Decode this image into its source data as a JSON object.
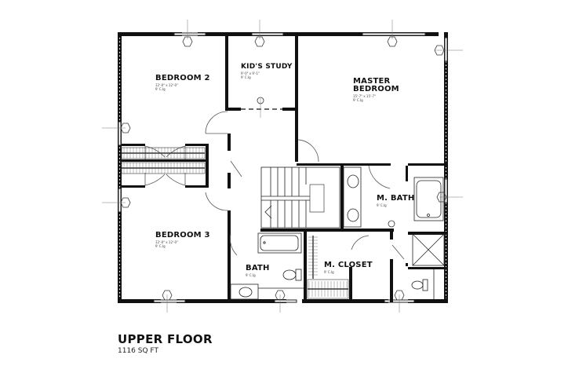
{
  "plan": {
    "title": "UPPER FLOOR",
    "area": "1116 SQ FT"
  },
  "rooms": [
    {
      "name": "BEDROOM 2",
      "dims": "12'-0\" x 12'-0\"",
      "ceiling": "9' C.Ig"
    },
    {
      "name": "KID'S STUDY",
      "dims": "9'-0\" x 9'-1\"",
      "ceiling": "9' C.Ig"
    },
    {
      "name": "MASTER",
      "name2": "BEDROOM",
      "dims": "15'-7\" x 15'-7\"",
      "ceiling": "9' C.Ig"
    },
    {
      "name": "M. BATH",
      "ceiling": "9' C.Ig"
    },
    {
      "name": "BEDROOM 3",
      "dims": "12'-0\" x 12'-0\"",
      "ceiling": "9' C.Ig"
    },
    {
      "name": "BATH",
      "ceiling": "9' C.Ig"
    },
    {
      "name": "M. CLOSET",
      "ceiling": "9' C.Ig"
    }
  ],
  "colors": {
    "wall": "#111111",
    "line": "#333333",
    "background": "#ffffff"
  }
}
